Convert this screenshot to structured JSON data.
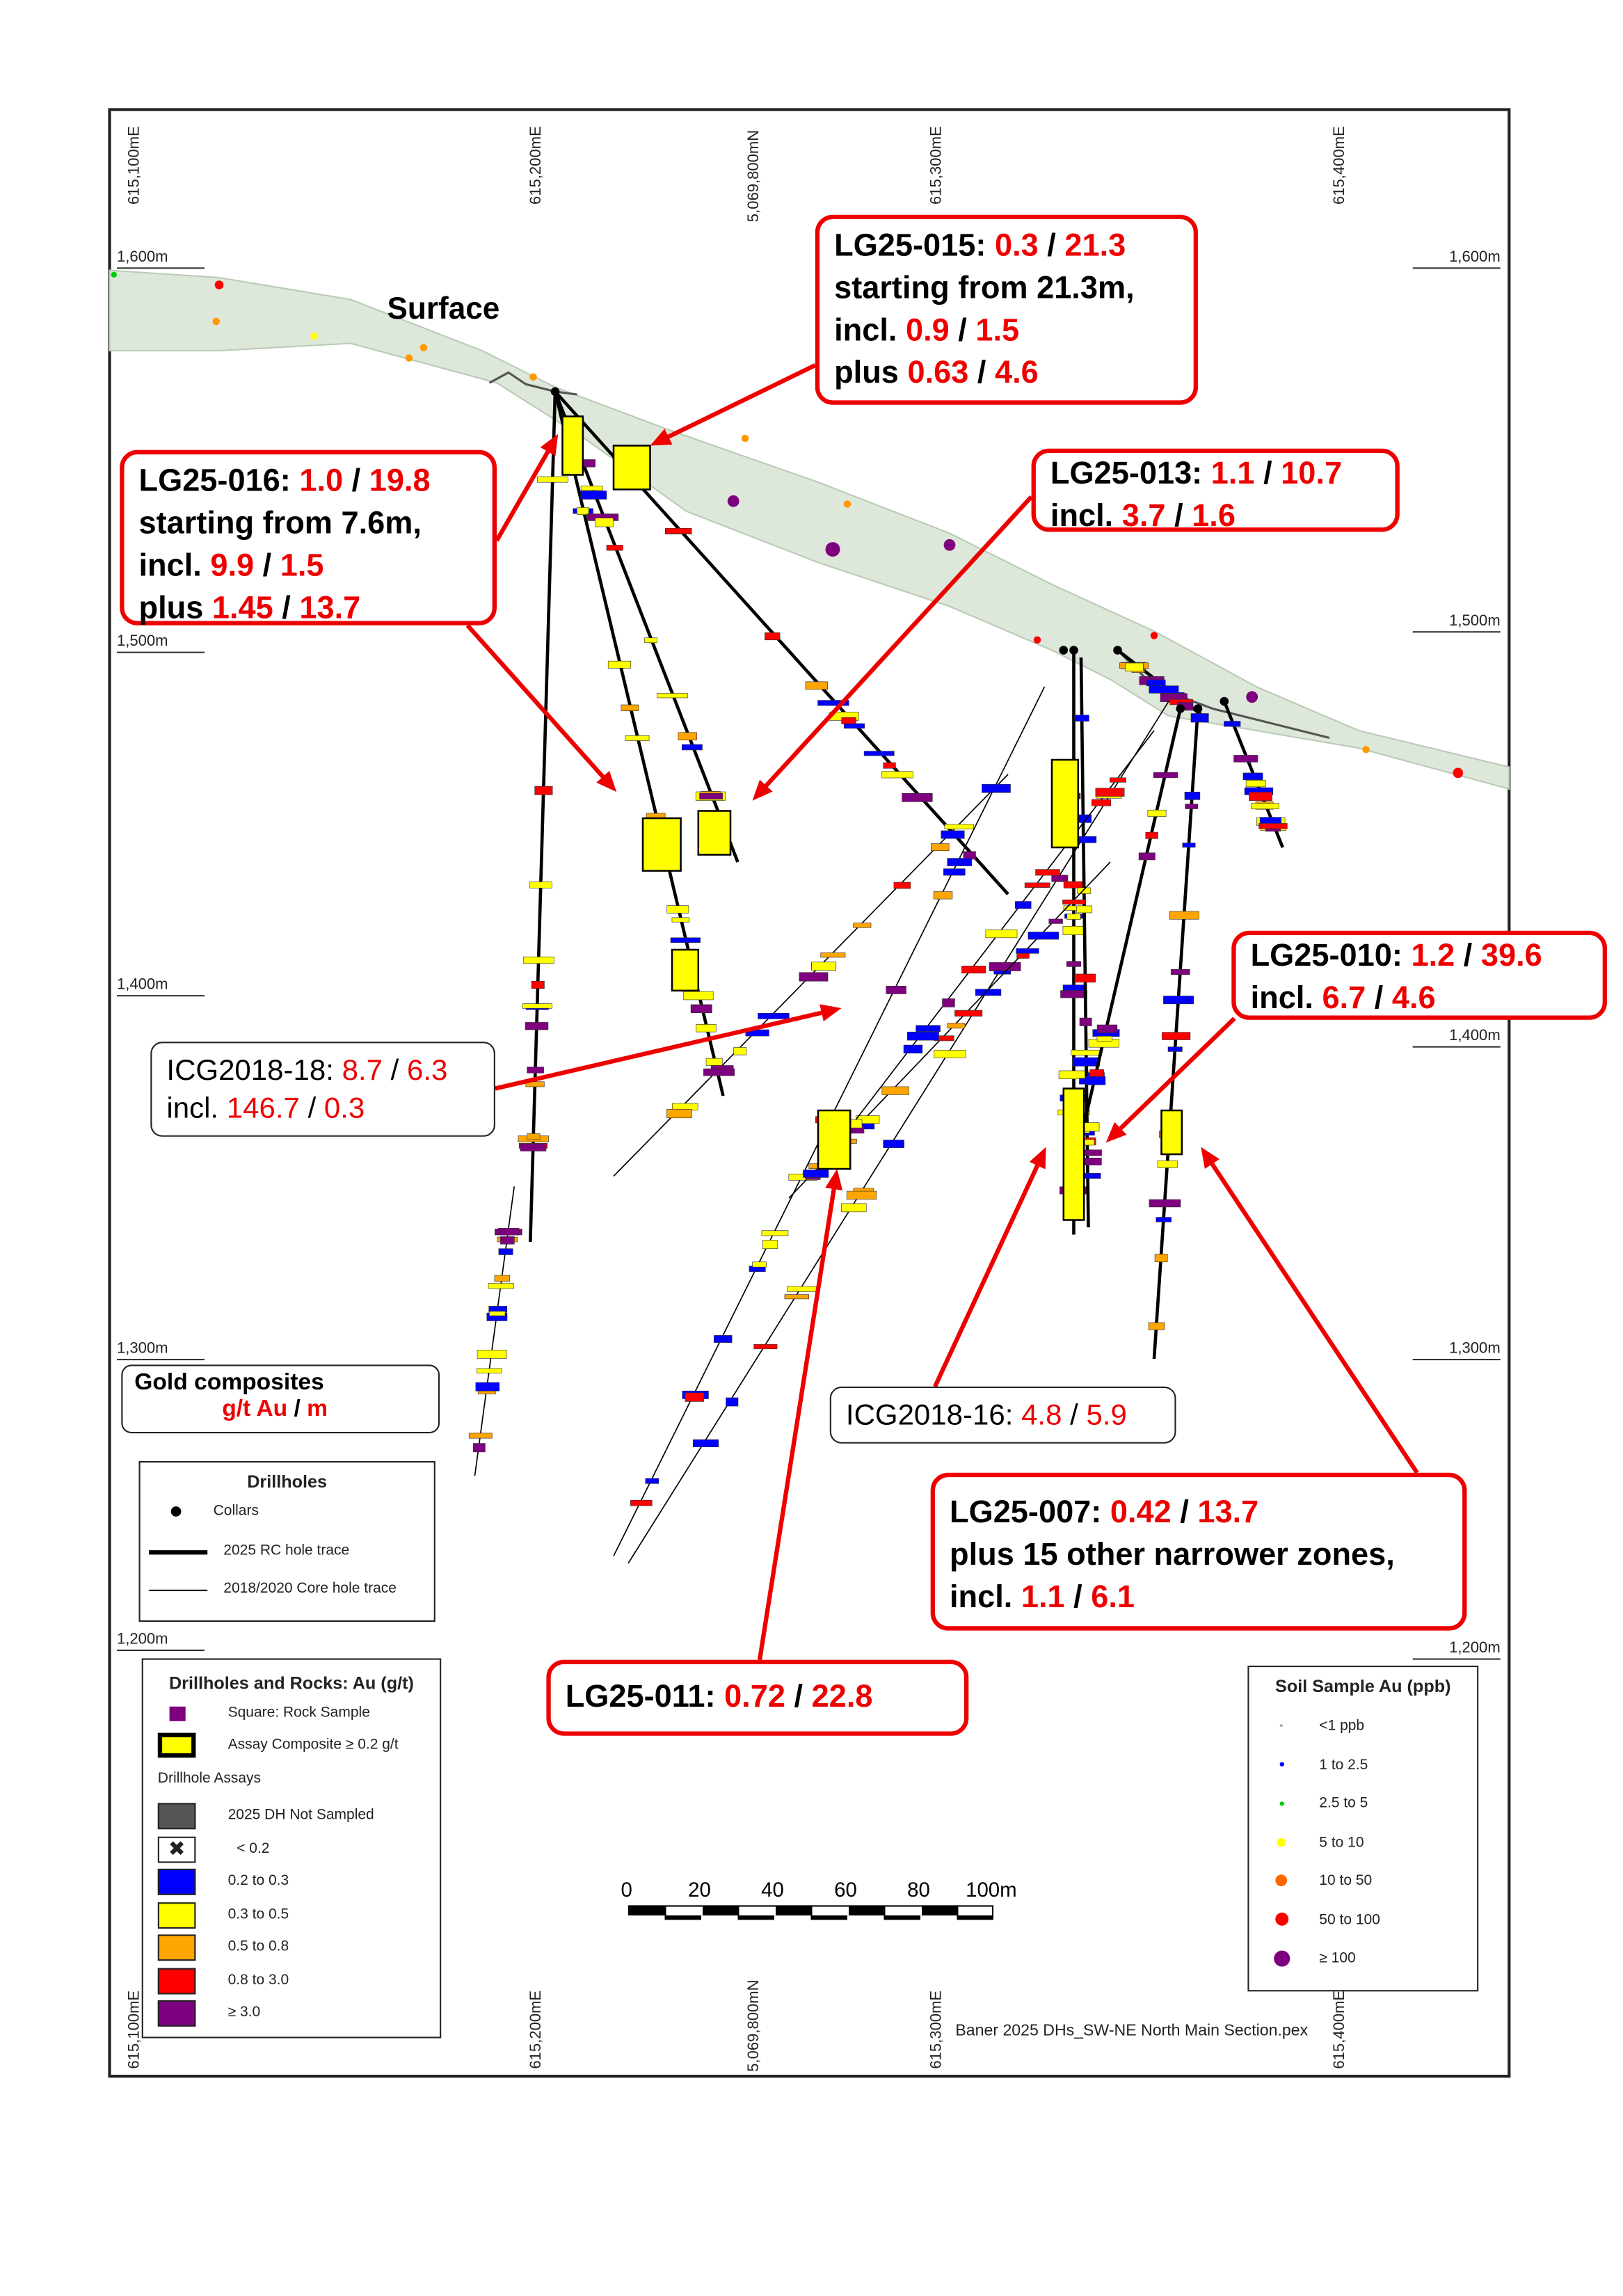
{
  "map": {
    "surface_label": "Surface",
    "eastings_top": [
      "615,100mE",
      "615,200mE",
      "5,069,800mN",
      "615,300mE",
      "615,400mE"
    ],
    "eastings_bottom": [
      "615,100mE",
      "615,200mE",
      "5,069,800mN",
      "615,300mE",
      "615,400mE"
    ],
    "elevations": [
      "1,600m",
      "1,500m",
      "1,400m",
      "1,300m",
      "1,200m"
    ],
    "footer": "Baner 2025 DHs_SW-NE North Main Section.pex",
    "scale_ticks": [
      "0",
      "20",
      "40",
      "60",
      "80",
      "100m"
    ]
  },
  "colors": {
    "accent": "#ee0000",
    "blue": "#0000ff",
    "yellow": "#ffff00",
    "orange": "#ffa500",
    "red": "#ff0000",
    "purple": "#7f007f",
    "not_sampled": "#555555"
  },
  "callouts": [
    {
      "id": "lg25-015",
      "lines": [
        [
          {
            "t": "LG25-015: ",
            "c": "k"
          },
          {
            "t": "0.3",
            "c": "r"
          },
          {
            "t": " / ",
            "c": "k"
          },
          {
            "t": "21.3",
            "c": "r"
          }
        ],
        [
          {
            "t": "starting from 21.3m,",
            "c": "k"
          }
        ],
        [
          {
            "t": "incl. ",
            "c": "k"
          },
          {
            "t": "0.9",
            "c": "r"
          },
          {
            "t": " / ",
            "c": "k"
          },
          {
            "t": "1.5",
            "c": "r"
          }
        ],
        [
          {
            "t": "plus ",
            "c": "k"
          },
          {
            "t": "0.63",
            "c": "r"
          },
          {
            "t": " / ",
            "c": "k"
          },
          {
            "t": "4.6",
            "c": "r"
          }
        ]
      ]
    },
    {
      "id": "lg25-016",
      "lines": [
        [
          {
            "t": "LG25-016: ",
            "c": "k"
          },
          {
            "t": "1.0",
            "c": "r"
          },
          {
            "t": " / ",
            "c": "k"
          },
          {
            "t": "19.8",
            "c": "r"
          }
        ],
        [
          {
            "t": "starting from 7.6m,",
            "c": "k"
          }
        ],
        [
          {
            "t": "incl. ",
            "c": "k"
          },
          {
            "t": "9.9",
            "c": "r"
          },
          {
            "t": " / ",
            "c": "k"
          },
          {
            "t": "1.5",
            "c": "r"
          }
        ],
        [
          {
            "t": "plus ",
            "c": "k"
          },
          {
            "t": "1.45",
            "c": "r"
          },
          {
            "t": " / ",
            "c": "k"
          },
          {
            "t": "13.7",
            "c": "r"
          }
        ]
      ]
    },
    {
      "id": "lg25-013",
      "lines": [
        [
          {
            "t": "LG25-013: ",
            "c": "k"
          },
          {
            "t": "1.1",
            "c": "r"
          },
          {
            "t": " / ",
            "c": "k"
          },
          {
            "t": "10.7",
            "c": "r"
          }
        ],
        [
          {
            "t": "incl. ",
            "c": "k"
          },
          {
            "t": "3.7",
            "c": "r"
          },
          {
            "t": " / ",
            "c": "k"
          },
          {
            "t": "1.6",
            "c": "r"
          }
        ]
      ]
    },
    {
      "id": "lg25-010",
      "lines": [
        [
          {
            "t": "LG25-010: ",
            "c": "k"
          },
          {
            "t": "1.2",
            "c": "r"
          },
          {
            "t": " / ",
            "c": "k"
          },
          {
            "t": "39.6",
            "c": "r"
          }
        ],
        [
          {
            "t": "incl. ",
            "c": "k"
          },
          {
            "t": "6.7",
            "c": "r"
          },
          {
            "t": " / ",
            "c": "k"
          },
          {
            "t": "4.6",
            "c": "r"
          }
        ]
      ]
    },
    {
      "id": "icg2018-18",
      "lines": [
        [
          {
            "t": "ICG2018-18: ",
            "c": "k"
          },
          {
            "t": "8.7",
            "c": "r"
          },
          {
            "t": " / ",
            "c": "k"
          },
          {
            "t": "6.3",
            "c": "r"
          }
        ],
        [
          {
            "t": "incl. ",
            "c": "k"
          },
          {
            "t": "146.7",
            "c": "r"
          },
          {
            "t": " / ",
            "c": "k"
          },
          {
            "t": "0.3",
            "c": "r"
          }
        ]
      ]
    },
    {
      "id": "icg2018-16",
      "lines": [
        [
          {
            "t": "ICG2018-16: ",
            "c": "k"
          },
          {
            "t": "4.8",
            "c": "r"
          },
          {
            "t": " / ",
            "c": "k"
          },
          {
            "t": "5.9",
            "c": "r"
          }
        ]
      ]
    },
    {
      "id": "lg25-007",
      "lines": [
        [
          {
            "t": "LG25-007: ",
            "c": "k"
          },
          {
            "t": "0.42",
            "c": "r"
          },
          {
            "t": " / ",
            "c": "k"
          },
          {
            "t": "13.7",
            "c": "r"
          }
        ],
        [
          {
            "t": "plus 15 other narrower zones,",
            "c": "k"
          }
        ],
        [
          {
            "t": "incl. ",
            "c": "k"
          },
          {
            "t": "1.1",
            "c": "r"
          },
          {
            "t": " / ",
            "c": "k"
          },
          {
            "t": "6.1",
            "c": "r"
          }
        ]
      ]
    },
    {
      "id": "lg25-011",
      "lines": [
        [
          {
            "t": "LG25-011: ",
            "c": "k"
          },
          {
            "t": "0.72",
            "c": "r"
          },
          {
            "t": " / ",
            "c": "k"
          },
          {
            "t": "22.8",
            "c": "r"
          }
        ]
      ]
    }
  ],
  "gold_composites": {
    "title": "Gold composites",
    "unit_parts": [
      {
        "t": "g/t Au",
        "c": "r"
      },
      {
        "t": " / ",
        "c": "k"
      },
      {
        "t": "m",
        "c": "r"
      }
    ]
  },
  "drillholes_legend": {
    "title": "Drillholes",
    "items": [
      "Collars",
      "2025 RC hole trace",
      "2018/2020 Core hole trace"
    ]
  },
  "assay_legend": {
    "title": "Drillholes and Rocks: Au (g/t)",
    "rock_sample": "Square:  Rock Sample",
    "composite": "Assay Composite ≥ 0.2 g/t",
    "subtitle": "Drillhole Assays",
    "items": [
      {
        "label": "2025 DH Not Sampled",
        "color": "#555555"
      },
      {
        "label": "< 0.2",
        "color": "#ffffff"
      },
      {
        "label": "0.2 to 0.3",
        "color": "#0000ff"
      },
      {
        "label": "0.3 to 0.5",
        "color": "#ffff00"
      },
      {
        "label": "0.5 to 0.8",
        "color": "#ffa500"
      },
      {
        "label": "0.8 to 3.0",
        "color": "#ff0000"
      },
      {
        "label": "≥ 3.0",
        "color": "#7f007f"
      }
    ]
  },
  "soil_legend": {
    "title": "Soil Sample Au (ppb)",
    "items": [
      {
        "label": "<1 ppb",
        "color": "#aaaaaa"
      },
      {
        "label": "1 to 2.5",
        "color": "#0000ff"
      },
      {
        "label": "2.5 to 5",
        "color": "#00cc00"
      },
      {
        "label": "5 to 10",
        "color": "#ffff00"
      },
      {
        "label": "10 to 50",
        "color": "#ff6600"
      },
      {
        "label": "50 to 100",
        "color": "#ff0000"
      },
      {
        "label": "≥ 100",
        "color": "#7f007f"
      }
    ]
  }
}
